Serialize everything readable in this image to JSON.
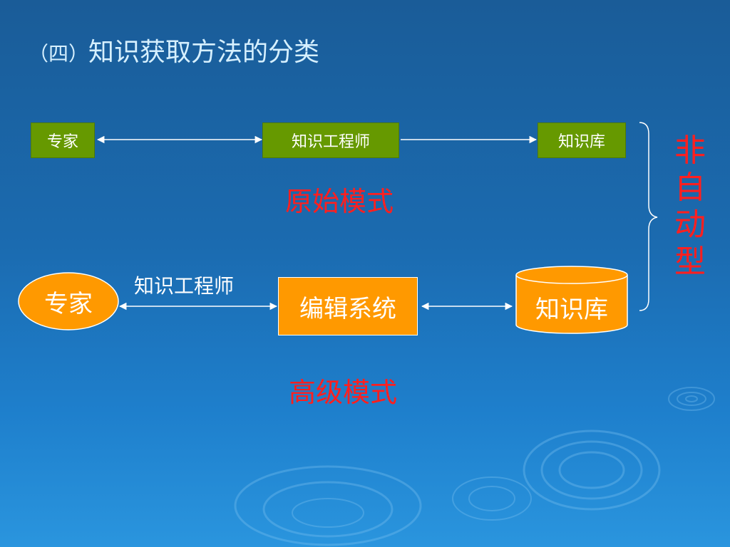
{
  "slide": {
    "title_prefix": "（四）",
    "title": "知识获取方法的分类"
  },
  "primitive_mode": {
    "expert": "专家",
    "engineer": "知识工程师",
    "kb": "知识库",
    "label": "原始模式"
  },
  "advanced_mode": {
    "expert": "专家",
    "engineer_label": "知识工程师",
    "editor": "编辑系统",
    "kb": "知识库",
    "label": "高级模式"
  },
  "category": {
    "label_chars": [
      "非",
      "自",
      "动",
      "型"
    ]
  },
  "colors": {
    "green_box": "#669900",
    "orange_box": "#ff9900",
    "red_text": "#ff1f1f",
    "title_text": "#d6f0ff"
  }
}
